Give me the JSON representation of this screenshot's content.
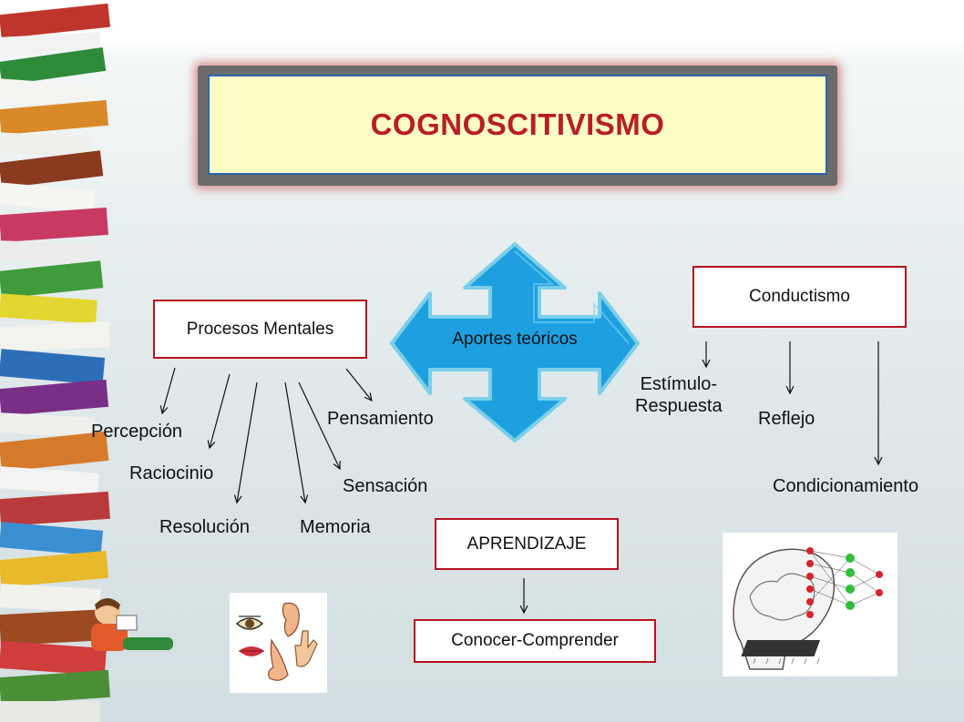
{
  "title": "COGNOSCITIVISMO",
  "center": {
    "label": "Aportes teóricos"
  },
  "procesos": {
    "label": "Procesos Mentales",
    "items": [
      "Percepción",
      "Raciocinio",
      "Resolución",
      "Memoria",
      "Sensación",
      "Pensamiento"
    ]
  },
  "conductismo": {
    "label": "Conductismo",
    "items": [
      "Estímulo-\nRespuesta",
      "Reflejo",
      "Condicionamiento"
    ]
  },
  "aprendizaje": {
    "label": "APRENDIZAJE",
    "result": "Conocer-Comprender"
  },
  "colors": {
    "title": "#b91d25",
    "box_border": "#b8121d",
    "arrow": "#1ea0e0",
    "title_bg": "#fdfcc5"
  },
  "icons": [
    "book-stack-icon",
    "four-way-arrow-icon",
    "senses-icon",
    "brain-network-icon"
  ]
}
